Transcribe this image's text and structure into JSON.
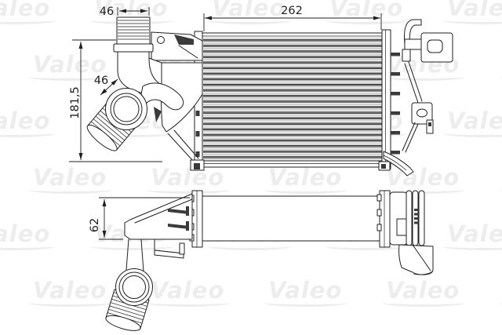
{
  "watermark": {
    "text": "Valeo",
    "color": "#ededed"
  },
  "colors": {
    "ink": "#1f1f1f",
    "background": "#ffffff",
    "fill_dark": "#3a3a3a"
  },
  "dimensions": {
    "top_port_width": "46",
    "core_width": "262",
    "inlet_diameter": "46",
    "overall_height": "181,5",
    "core_depth": "62"
  }
}
